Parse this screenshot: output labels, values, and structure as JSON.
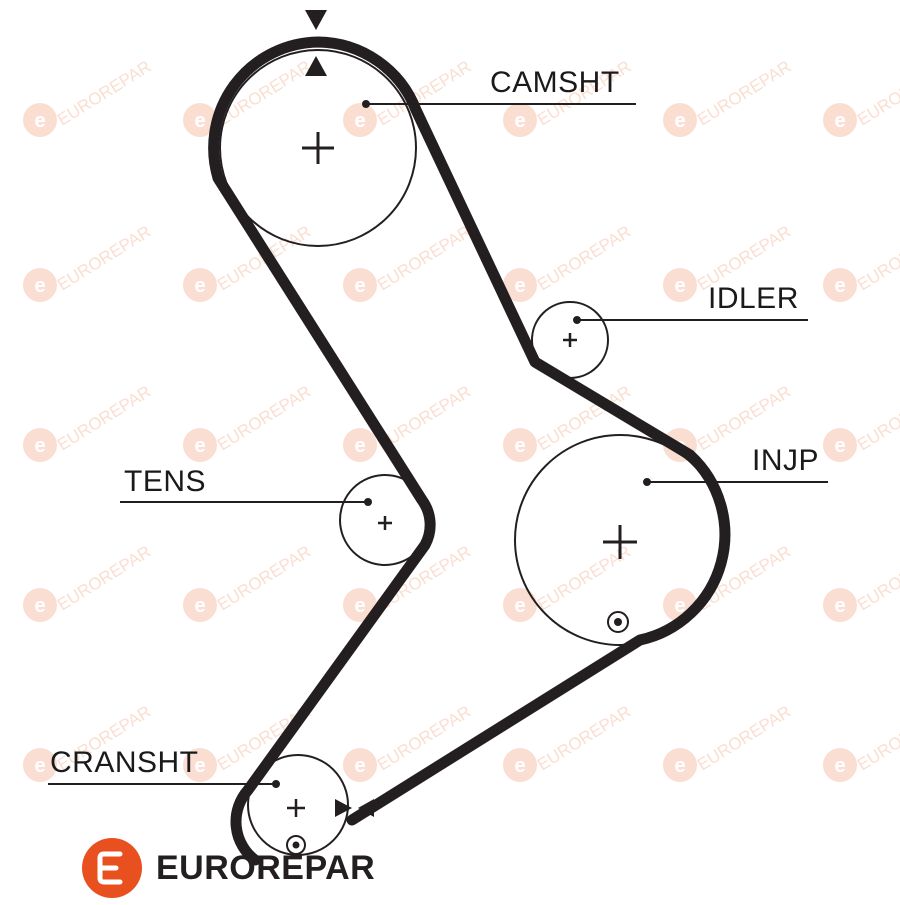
{
  "labels": {
    "camshaft": "CAMSHT",
    "idler": "IDLER",
    "injection_pump": "INJP",
    "tensioner": "TENS",
    "crankshaft": "CRANSHT"
  },
  "watermark": {
    "text": "EUROREPAR",
    "color": "#f08a5d"
  },
  "brand": {
    "name": "EUROREPAR",
    "logo_color": "#e8501f",
    "text_color": "#231f20"
  },
  "diagram": {
    "belt_color": "#231f20",
    "line_color": "#231f20"
  }
}
